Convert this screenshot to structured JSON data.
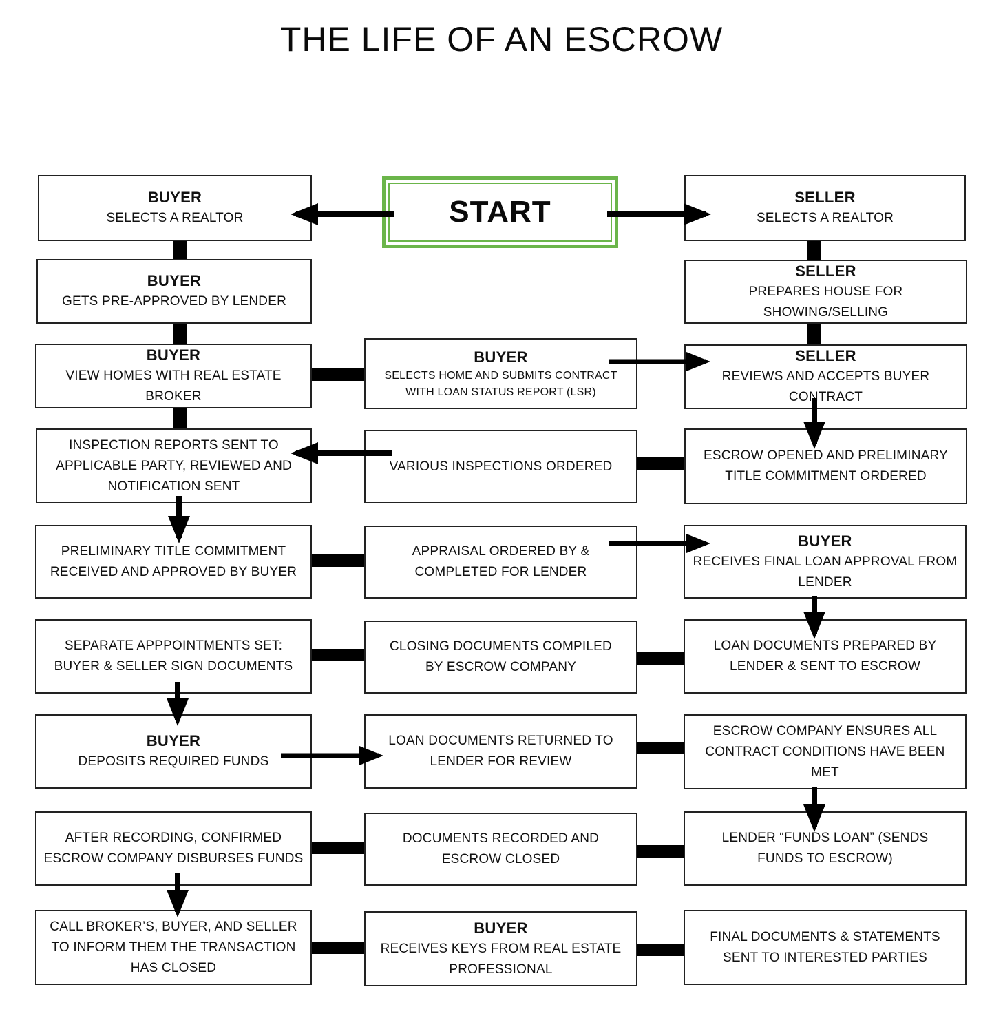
{
  "title": "THE LIFE OF AN ESCROW",
  "start": "START",
  "colors": {
    "start_border": "#6bb54a",
    "box_border": "#222222",
    "connector": "#000000"
  },
  "boxes": {
    "buyer_realtor": {
      "role": "BUYER",
      "text": "SELECTS A REALTOR"
    },
    "seller_realtor": {
      "role": "SELLER",
      "text": "SELECTS A REALTOR"
    },
    "buyer_preapproved": {
      "role": "BUYER",
      "text": "GETS PRE-APPROVED BY LENDER"
    },
    "seller_prepares": {
      "role": "SELLER",
      "text": "PREPARES HOUSE FOR SHOWING/SELLING"
    },
    "buyer_view": {
      "role": "BUYER",
      "text": "VIEW HOMES WITH REAL ESTATE BROKER"
    },
    "buyer_selects": {
      "role": "BUYER",
      "line1": "SELECTS HOME AND SUBMITS CONTRACT",
      "line2": "WITH LOAN STATUS REPORT (LSR)"
    },
    "seller_reviews": {
      "role": "SELLER",
      "text": "REVIEWS AND ACCEPTS BUYER CONTRACT"
    },
    "inspection_reports": {
      "line1": "INSPECTION REPORTS SENT TO",
      "line2": "APPLICABLE PARTY, REVIEWED AND",
      "line3": "NOTIFICATION SENT"
    },
    "various_inspections": {
      "text": "VARIOUS INSPECTIONS ORDERED"
    },
    "escrow_opened": {
      "line1": "ESCROW OPENED AND PRELIMINARY",
      "line2": "TITLE COMMITMENT ORDERED"
    },
    "prelim_title": {
      "line1": "PRELIMINARY TITLE COMMITMENT",
      "line2": "RECEIVED AND APPROVED BY BUYER"
    },
    "appraisal": {
      "line1": "APPRAISAL ORDERED BY &",
      "line2": "COMPLETED FOR LENDER"
    },
    "final_loan": {
      "role": "BUYER",
      "line1": "RECEIVES FINAL LOAN APPROVAL FROM",
      "line2": "LENDER"
    },
    "separate_appointments": {
      "line1": "SEPARATE APPPOINTMENTS SET:",
      "line2": "BUYER & SELLER SIGN DOCUMENTS"
    },
    "closing_docs": {
      "line1": "CLOSING DOCUMENTS COMPILED",
      "line2": "BY ESCROW COMPANY"
    },
    "loan_docs_prepared": {
      "line1": "LOAN DOCUMENTS PREPARED BY",
      "line2": "LENDER & SENT TO ESCROW"
    },
    "buyer_deposits": {
      "role": "BUYER",
      "text": "DEPOSITS REQUIRED FUNDS"
    },
    "loan_docs_returned": {
      "line1": "LOAN DOCUMENTS RETURNED TO",
      "line2": "LENDER FOR REVIEW"
    },
    "escrow_ensures": {
      "line1": "ESCROW COMPANY ENSURES ALL",
      "line2": "CONTRACT CONDITIONS HAVE BEEN",
      "line3": "MET"
    },
    "after_recording": {
      "line1": "AFTER RECORDING, CONFIRMED",
      "line2": "ESCROW COMPANY DISBURSES FUNDS"
    },
    "docs_recorded": {
      "line1": "DOCUMENTS RECORDED AND",
      "line2": "ESCROW CLOSED"
    },
    "lender_funds": {
      "line1": "LENDER “FUNDS LOAN” (SENDS",
      "line2": "FUNDS TO ESCROW)"
    },
    "call_broker": {
      "line1": "CALL BROKER’S, BUYER, AND SELLER",
      "line2": "TO INFORM THEM THE TRANSACTION",
      "line3": "HAS CLOSED"
    },
    "buyer_keys": {
      "role": "BUYER",
      "line1": "RECEIVES KEYS FROM REAL ESTATE",
      "line2": "PROFESSIONAL"
    },
    "final_documents": {
      "line1": "FINAL DOCUMENTS & STATEMENTS",
      "line2": "SENT TO INTERESTED PARTIES"
    }
  }
}
